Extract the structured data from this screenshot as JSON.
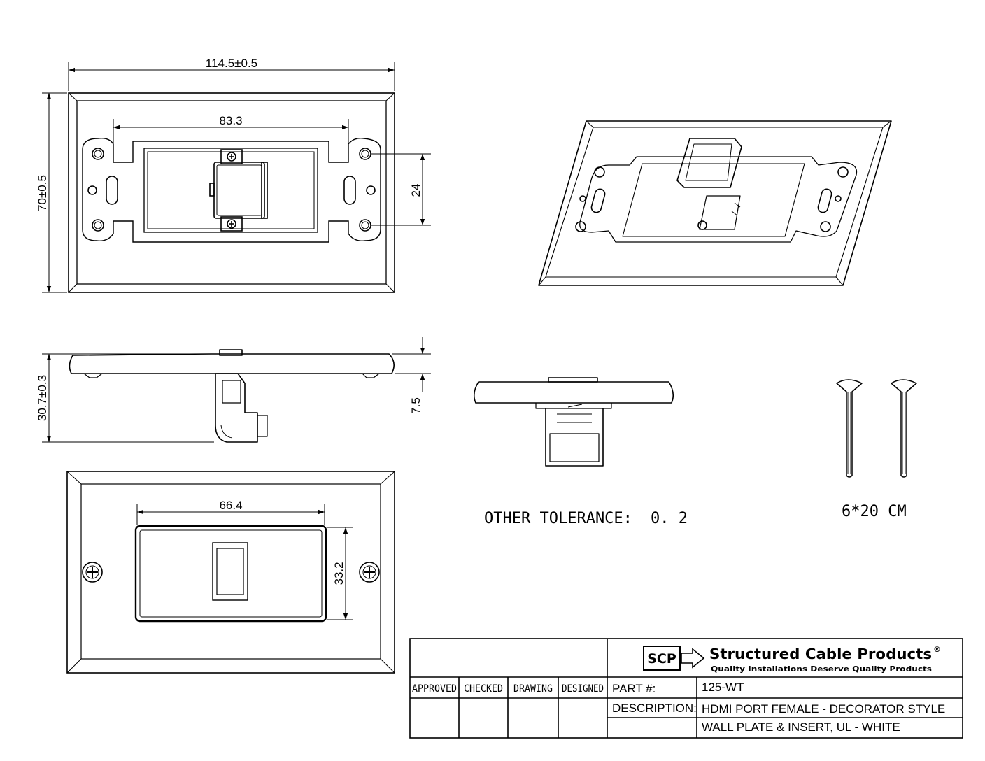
{
  "dimensions": {
    "overall_width": "114.5±0.5",
    "overall_height": "70±0.5",
    "mount_hole_spacing": "83.3",
    "hole_vertical_spacing": "24",
    "overall_depth": "30.7±0.3",
    "plate_depth": "7.5",
    "insert_width": "66.4",
    "insert_height": "33.2"
  },
  "notes": {
    "tolerance_label": "OTHER TOLERANCE:",
    "tolerance_value": "0. 2",
    "screw_spec": "6*20 CM"
  },
  "title_block": {
    "logo_text": "SCP",
    "company": "Structured Cable Products",
    "registered_mark": "®",
    "slogan": "Quality Installations Deserve Quality Products",
    "signoff_labels": [
      "APPROVED",
      "CHECKED",
      "DRAWING",
      "DESIGNED"
    ],
    "part_label": "PART #:",
    "part_value": "125-WT",
    "description_label": "DESCRIPTION:",
    "description_line1": "HDMI PORT FEMALE - DECORATOR STYLE",
    "description_line2": "WALL PLATE & INSERT, UL - WHITE"
  }
}
